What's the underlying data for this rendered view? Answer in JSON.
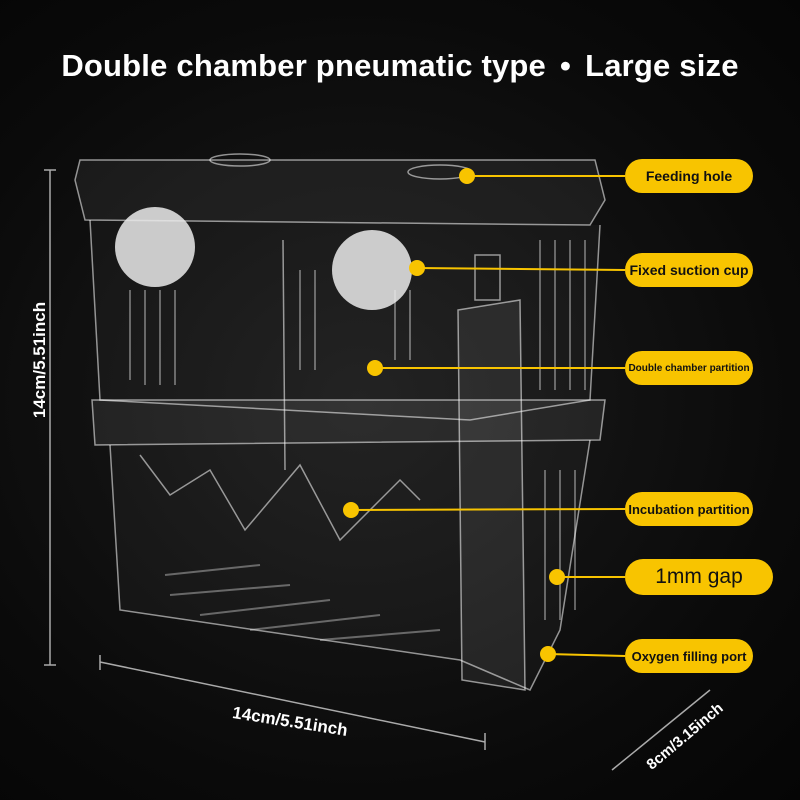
{
  "title": {
    "left": "Double chamber pneumatic type",
    "separator": "•",
    "right": "Large size"
  },
  "callouts": [
    {
      "label": "Feeding hole"
    },
    {
      "label": "Fixed suction cup"
    },
    {
      "label": "Double chamber partition"
    },
    {
      "label": "Incubation partition"
    },
    {
      "label": "1mm gap"
    },
    {
      "label": "Oxygen filling port"
    }
  ],
  "dimensions": {
    "height": "14cm/5.51inch",
    "width": "14cm/5.51inch",
    "depth": "8cm/3.15inch"
  },
  "colors": {
    "accent": "#f8c400",
    "background": "#0a0a0a",
    "text": "#ffffff"
  }
}
